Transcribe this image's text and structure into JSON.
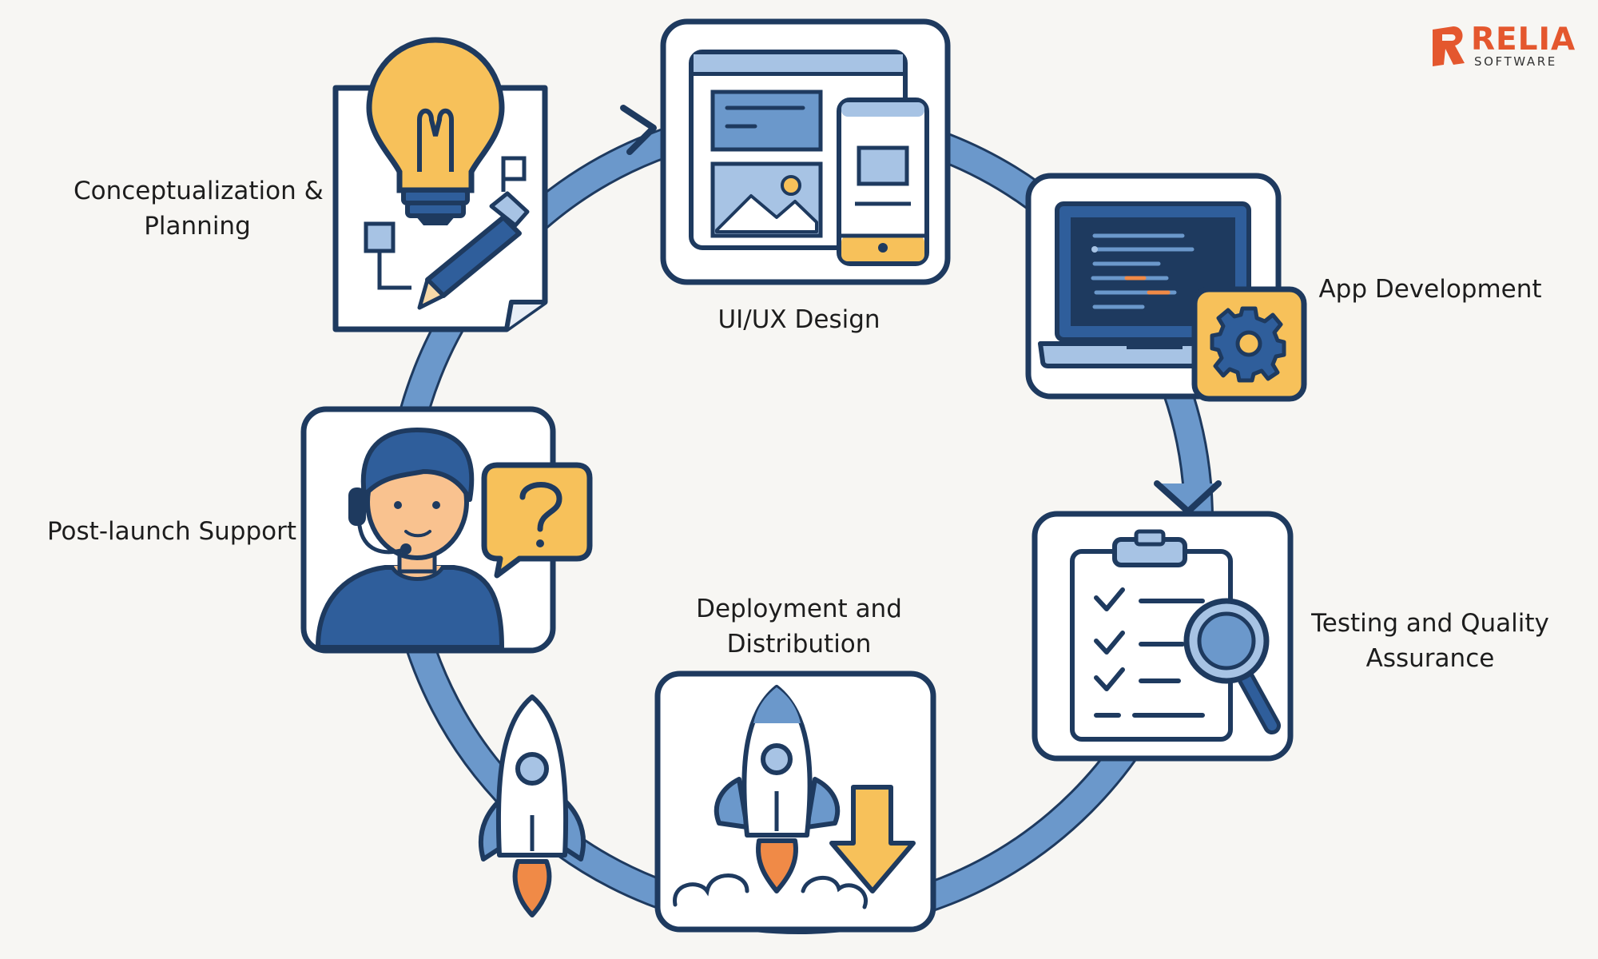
{
  "brand": {
    "name": "RELIA",
    "tagline": "SOFTWARE",
    "accent": "#e4572e"
  },
  "colors": {
    "navy": "#1e3a5f",
    "blue_dark": "#2f5e9b",
    "blue_mid": "#6b98cb",
    "blue_light": "#a7c3e4",
    "yellow": "#f7c15a",
    "orange": "#f08a47",
    "background": "#f7f6f3"
  },
  "stages": [
    {
      "id": "conceptualization",
      "lines": [
        "Conceptualization &",
        "Planning"
      ],
      "icon": "lightbulb-pencil-icon"
    },
    {
      "id": "uiux",
      "lines": [
        "UI/UX Design"
      ],
      "icon": "browser-mobile-mockup-icon"
    },
    {
      "id": "appdev",
      "lines": [
        "App Development"
      ],
      "icon": "laptop-code-gear-icon"
    },
    {
      "id": "testing",
      "lines": [
        "Testing and Quality",
        "Assurance"
      ],
      "icon": "clipboard-checklist-magnifier-icon"
    },
    {
      "id": "deployment",
      "lines": [
        "Deployment and",
        "Distribution"
      ],
      "icon": "rocket-download-icon"
    },
    {
      "id": "support",
      "lines": [
        "Post-launch Support"
      ],
      "icon": "support-agent-question-icon"
    }
  ]
}
